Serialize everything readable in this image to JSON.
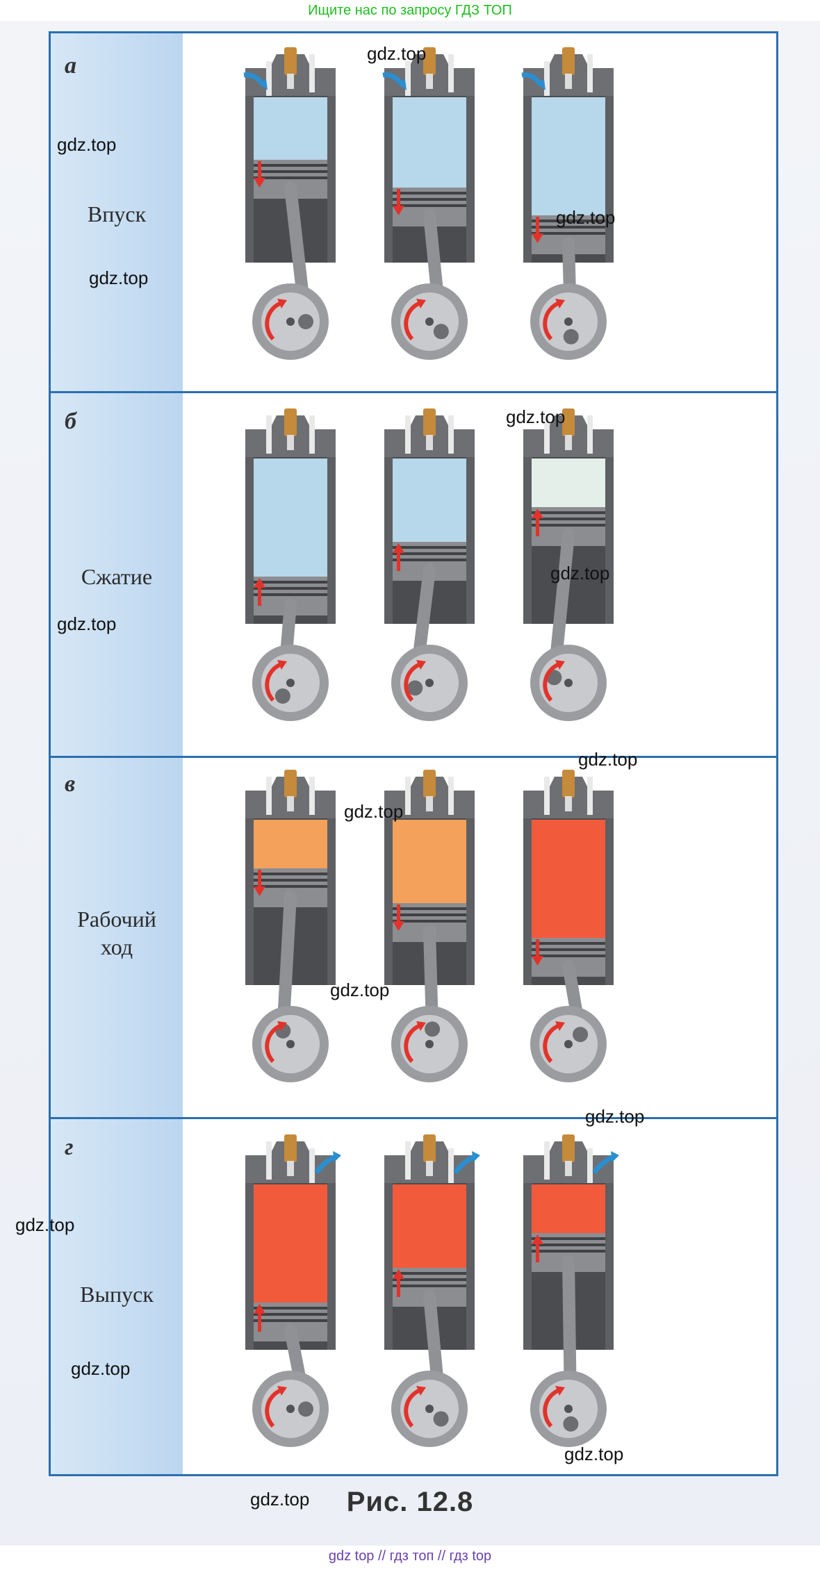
{
  "top_banner": "Ищите нас по запросу ГДЗ ТОП",
  "bottom_banner": "gdz top // гдз топ // гдз top",
  "watermark": "gdz.top",
  "caption": "Рис. 12.8",
  "panels": [
    {
      "letter": "а",
      "name": "Впуск"
    },
    {
      "letter": "б",
      "name": "Сжатие"
    },
    {
      "letter": "в",
      "name": "Рабочий\nход"
    },
    {
      "letter": "г",
      "name": "Выпуск"
    }
  ],
  "colors": {
    "frame": "#2a6fb0",
    "label_column": "#c7dcf1",
    "fresh_mixture": "#b7d7ea",
    "compressed_mixture": "#e4efe9",
    "burning_gas": "#f4a15c",
    "hot_gas": "#f25a3c",
    "arrow_red": "#e2332a",
    "arrow_blue": "#2a8fd0"
  },
  "states": [
    [
      {
        "gas": "fresh",
        "fill": 0.45,
        "arrow": "down",
        "valve": "intake"
      },
      {
        "gas": "fresh",
        "fill": 0.65,
        "arrow": "down",
        "valve": "intake"
      },
      {
        "gas": "fresh",
        "fill": 0.85,
        "arrow": "down",
        "valve": "intake"
      }
    ],
    [
      {
        "gas": "fresh",
        "fill": 0.85,
        "arrow": "up",
        "valve": "none"
      },
      {
        "gas": "fresh",
        "fill": 0.6,
        "arrow": "up",
        "valve": "none"
      },
      {
        "gas": "compressed",
        "fill": 0.35,
        "arrow": "up",
        "valve": "none"
      }
    ],
    [
      {
        "gas": "burning",
        "fill": 0.35,
        "arrow": "down",
        "valve": "none"
      },
      {
        "gas": "burning",
        "fill": 0.6,
        "arrow": "down",
        "valve": "none"
      },
      {
        "gas": "hot",
        "fill": 0.85,
        "arrow": "down",
        "valve": "none"
      }
    ],
    [
      {
        "gas": "hot",
        "fill": 0.85,
        "arrow": "up",
        "valve": "exhaust"
      },
      {
        "gas": "hot",
        "fill": 0.6,
        "arrow": "up",
        "valve": "exhaust"
      },
      {
        "gas": "hot",
        "fill": 0.35,
        "arrow": "up",
        "valve": "exhaust"
      }
    ]
  ]
}
